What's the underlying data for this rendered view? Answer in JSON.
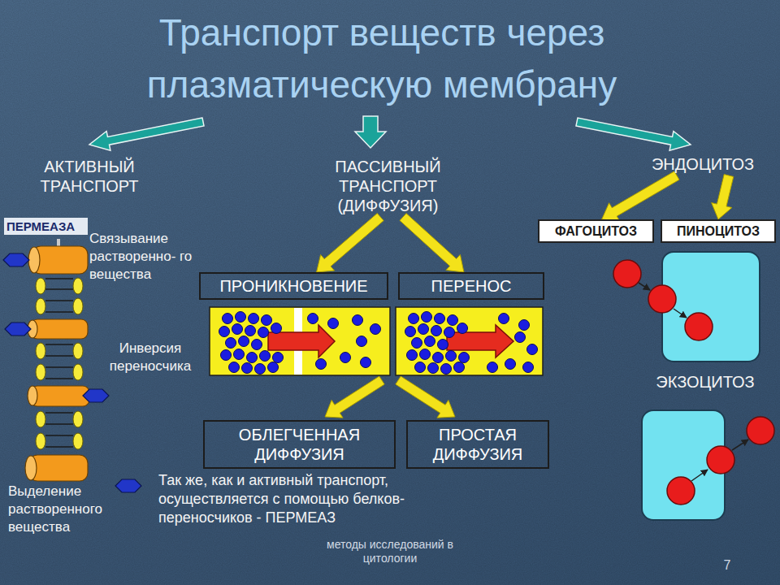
{
  "diagram": {
    "title": "Транспорт веществ через плазматическую мембрану",
    "nodes": [
      {
        "text": [
          "АКТИВНЫЙ ТРАНСПОРТ"
        ]
      },
      {
        "text": [
          "ПАССИВНЫЙ ТРАНСПОРТ (ДИФФУЗИЯ)"
        ]
      },
      {
        "text": [
          "ЭНДОЦИТОЗ"
        ]
      },
      {
        "text": [
          "ФАГОЦИТОЗ"
        ]
      },
      {
        "text": [
          "ПИНОЦИТОЗ"
        ]
      },
      {
        "text": [
          "ПРОНИКНОВЕНИЕ"
        ]
      },
      {
        "text": [
          "ПЕРЕНОС"
        ]
      },
      {
        "text": [
          "ОБЛЕГЧЕННАЯ ДИФФУЗИЯ"
        ]
      },
      {
        "text": [
          "ПРОСТАЯ ДИФФУЗИЯ"
        ]
      }
    ],
    "edges": [
      {
        "from": 1,
        "to": 5,
        "arrow": "to"
      },
      {
        "from": 1,
        "to": 6,
        "arrow": "to"
      },
      {
        "from": 2,
        "to": 3,
        "arrow": "to"
      },
      {
        "from": 2,
        "to": 4,
        "arrow": "to"
      }
    ],
    "labels": [
      "ПЕРМЕАЗА",
      "Связывание растворенно- го вещества",
      "Инверсия переносчика",
      "Выделение растворенного вещества",
      "Так же, как и активный транспорт, осуществляется с помощью белков-переносчиков - ПЕРМЕАЗ",
      "ЭКЗОЦИТОЗ",
      "методы исследований в цитологии",
      "7"
    ]
  }
}
